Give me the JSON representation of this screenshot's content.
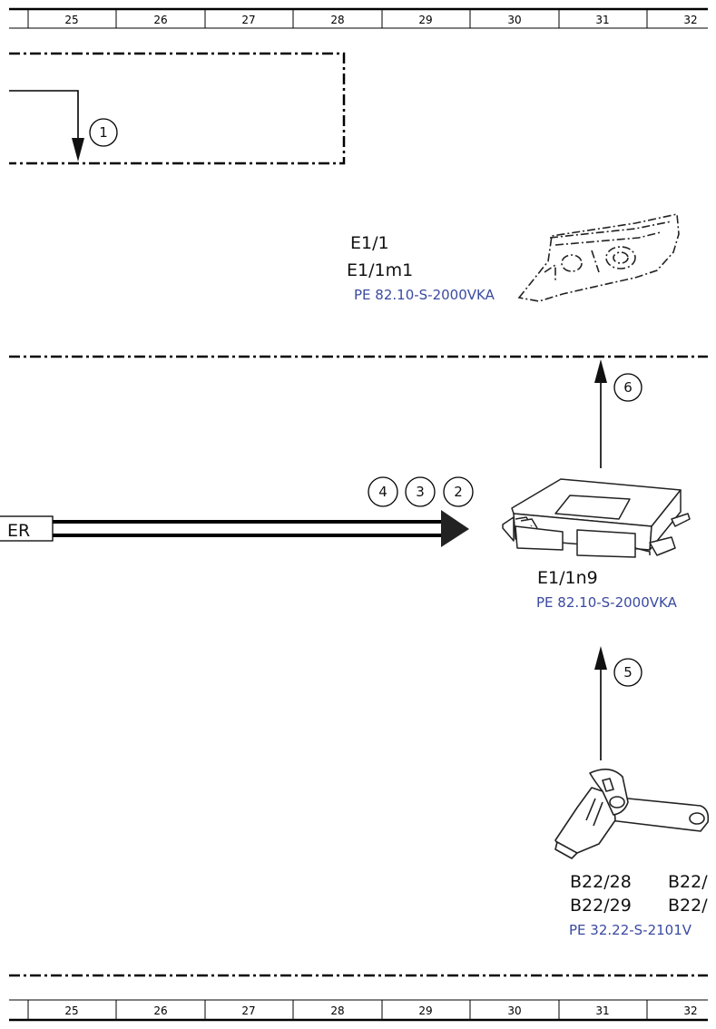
{
  "ruler": {
    "columns": [
      "25",
      "26",
      "27",
      "28",
      "29",
      "30",
      "31",
      "32"
    ]
  },
  "components": {
    "headlamp": {
      "label_1": "E1/1",
      "label_2": "E1/1m1",
      "ref": "PE 82.10-S-2000VKA"
    },
    "control_unit": {
      "label": "E1/1n9",
      "ref": "PE 82.10-S-2000VKA"
    },
    "sensors": {
      "label_1": "B22/28",
      "label_2": "B22/29",
      "label_3": "B22/",
      "label_4": "B22/",
      "ref": "PE 32.22-S-2101V"
    }
  },
  "callouts": [
    "1",
    "2",
    "3",
    "4",
    "5",
    "6"
  ],
  "bus_label": "ER"
}
